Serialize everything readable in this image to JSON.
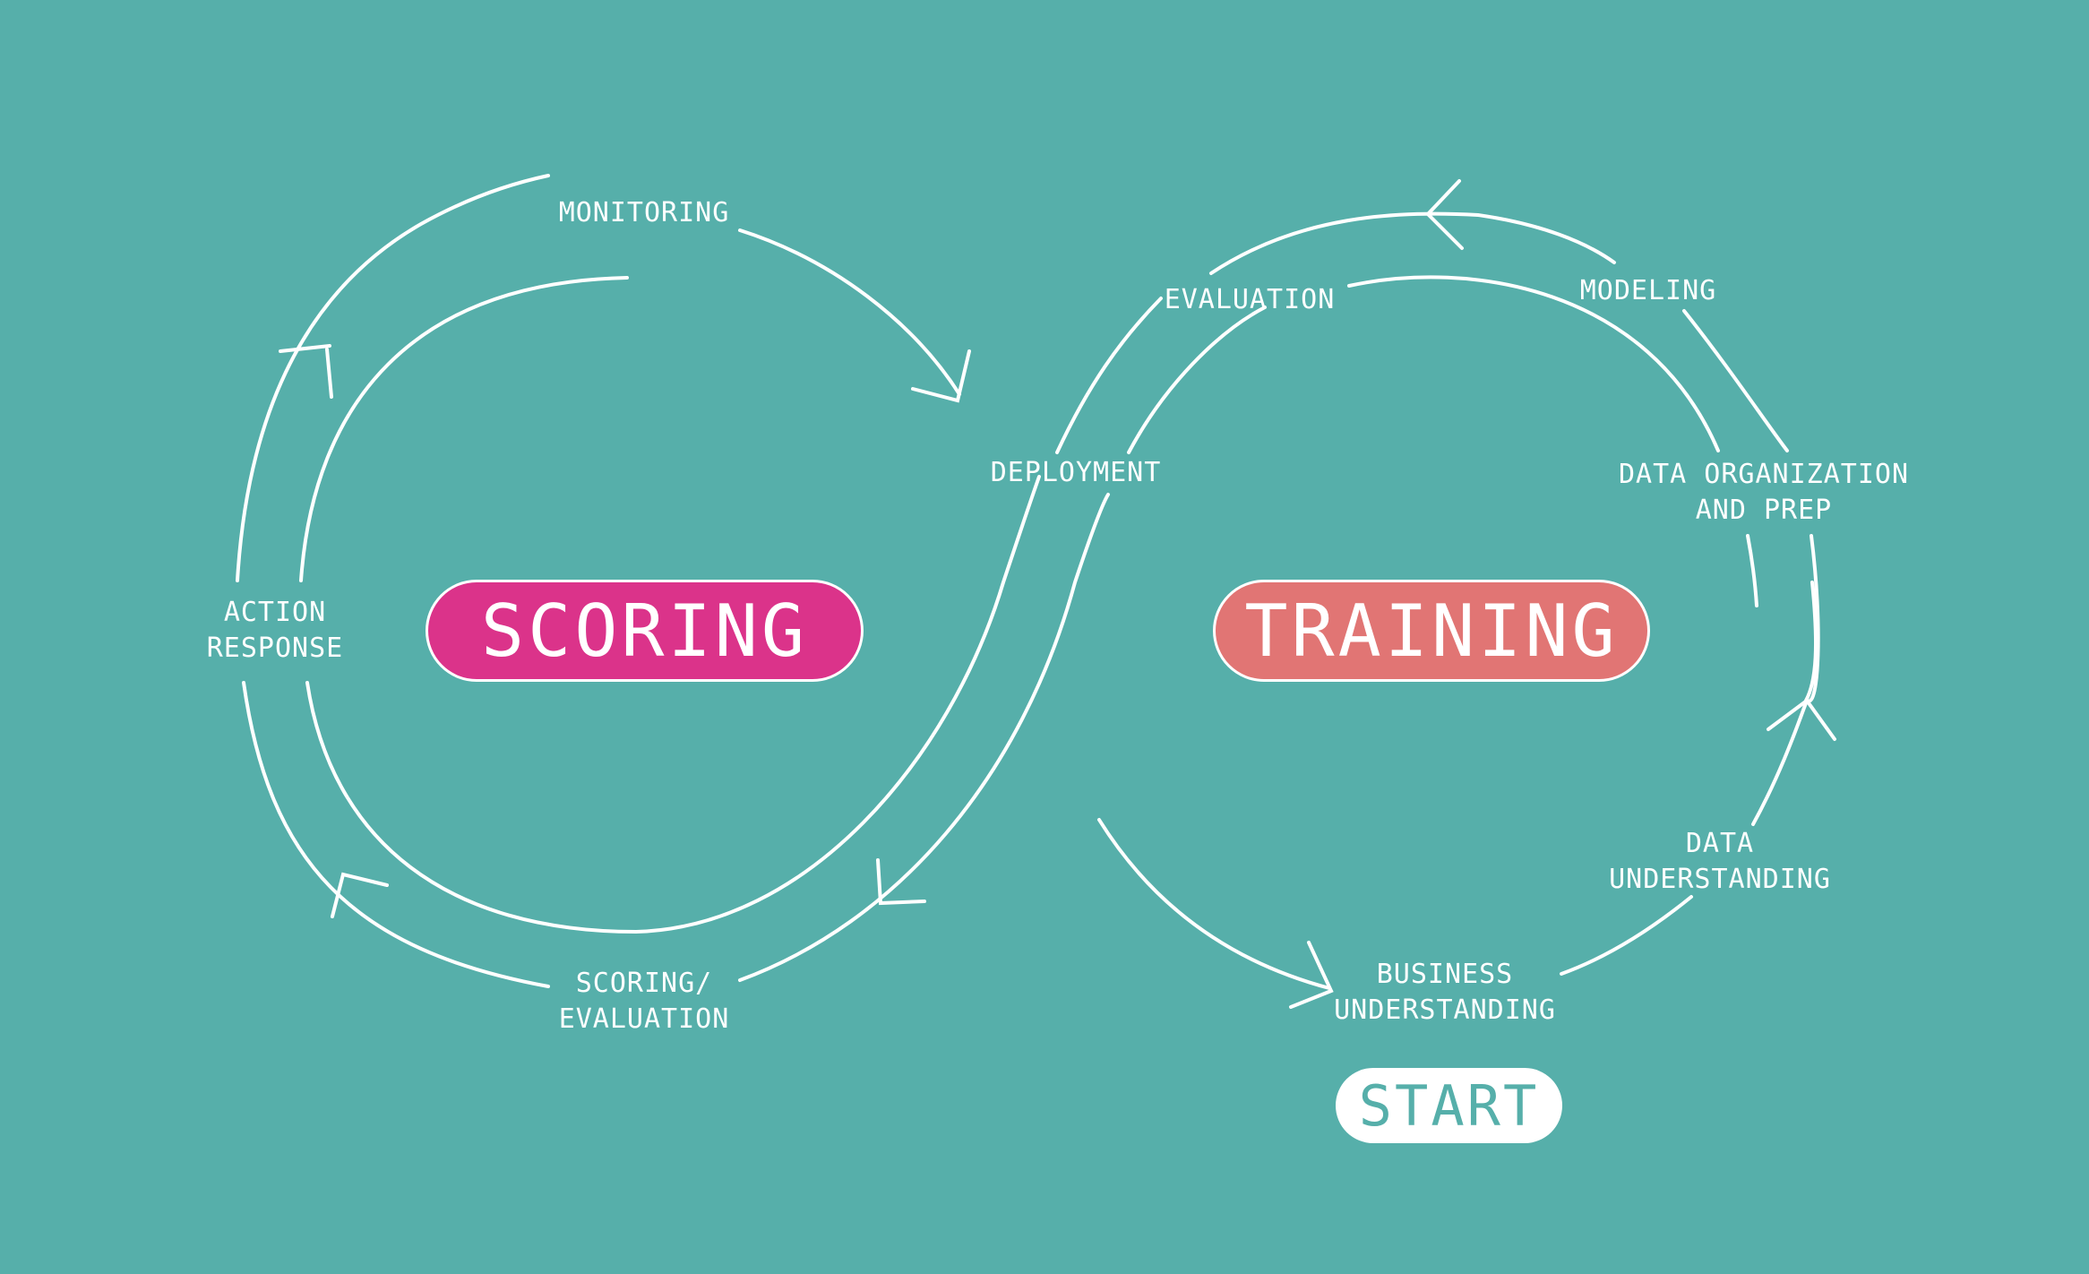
{
  "colors": {
    "background": "#56AFAA",
    "scoring": "#DB338A",
    "training": "#E17574",
    "line": "#FFFFFF",
    "start_text": "#56AFAA"
  },
  "hubs": {
    "scoring": "SCORING",
    "training": "TRAINING",
    "start": "START"
  },
  "scoring_loop": {
    "monitoring": "MONITORING",
    "action_line1": "ACTION",
    "action_line2": "RESPONSE",
    "scoring_eval_line1": "SCORING/",
    "scoring_eval_line2": "EVALUATION"
  },
  "bridge": {
    "deployment": "DEPLOYMENT"
  },
  "training_loop": {
    "evaluation": "EVALUATION",
    "modeling": "MODELING",
    "data_org_line1": "DATA ORGANIZATION",
    "data_org_line2": "AND PREP",
    "data_und_line1": "DATA",
    "data_und_line2": "UNDERSTANDING",
    "business_line1": "BUSINESS",
    "business_line2": "UNDERSTANDING"
  }
}
